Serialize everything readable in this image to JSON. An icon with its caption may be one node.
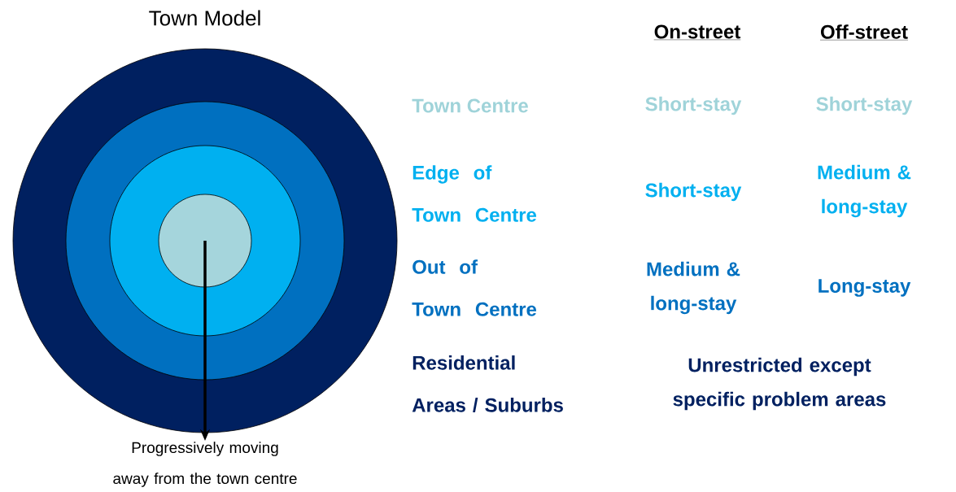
{
  "diagram": {
    "title": "Town Model",
    "nodes": [
      {
        "text": [],
        "shape": "circle"
      },
      {
        "text": [],
        "shape": "circle",
        "in": 0
      },
      {
        "text": [],
        "shape": "circle",
        "in": 1
      },
      {
        "text": [],
        "shape": "circle",
        "in": 2
      },
      {
        "text": [
          "Progressively moving away from the town centre"
        ]
      }
    ],
    "edges": [
      {
        "from": 3,
        "to": 4,
        "arrow": "to"
      }
    ],
    "labels": [
      "On-street",
      "Off-street",
      "Town Centre",
      "Short-stay",
      "Short-stay",
      "Edge of Town Centre",
      "Short-stay",
      "Medium & long-stay",
      "Out of Town Centre",
      "Medium & long-stay",
      "Long-stay",
      "Residential Areas / Suburbs",
      "Unrestricted except specific problem areas"
    ]
  }
}
